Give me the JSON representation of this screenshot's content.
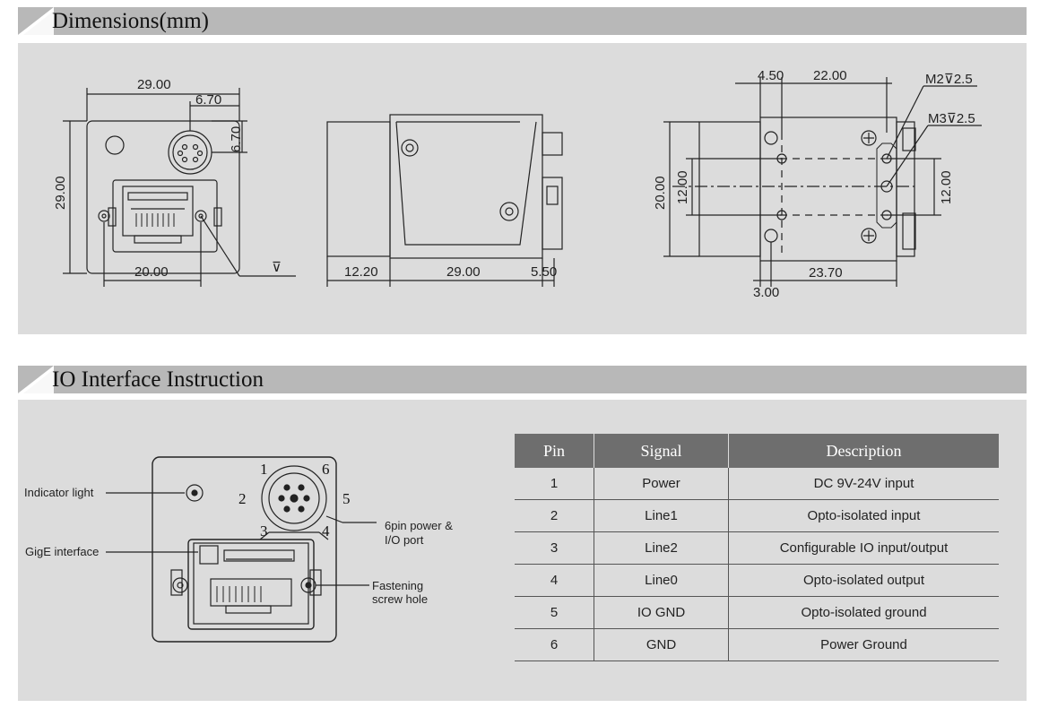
{
  "sections": {
    "dimensions_title": "Dimensions(mm)",
    "io_title": "IO Interface Instruction"
  },
  "front_view": {
    "width": "29.00",
    "height": "29.00",
    "conn_offset_x": "6.70",
    "conn_offset_y": "6.70",
    "rj45_width": "20.00",
    "depth_symbol": "⊽"
  },
  "side_view": {
    "lens_len": "12.20",
    "body_len": "29.00",
    "rear_len": "5.50"
  },
  "bottom_view": {
    "top_offset": "4.50",
    "hole_pitch": "22.00",
    "m2_label": "M2⊽2.5",
    "m3_label": "M3⊽2.5",
    "outer_height": "20.00",
    "inner_height": "12.00",
    "right_height": "12.00",
    "bottom_span": "23.70",
    "bottom_offset": "3.00"
  },
  "io_diagram": {
    "indicator_label": "Indicator light",
    "gige_label": "GigE interface",
    "port_label_line1": "6pin power &",
    "port_label_line2": "I/O port",
    "screw_label_line1": "Fastening",
    "screw_label_line2": "screw hole",
    "pins": [
      "1",
      "2",
      "3",
      "4",
      "5",
      "6"
    ]
  },
  "pin_table": {
    "headers": [
      "Pin",
      "Signal",
      "Description"
    ],
    "rows": [
      {
        "pin": "1",
        "signal": "Power",
        "description": "DC 9V-24V input"
      },
      {
        "pin": "2",
        "signal": "Line1",
        "description": "Opto-isolated input"
      },
      {
        "pin": "3",
        "signal": "Line2",
        "description": "Configurable IO input/output"
      },
      {
        "pin": "4",
        "signal": "Line0",
        "description": "Opto-isolated output"
      },
      {
        "pin": "5",
        "signal": "IO GND",
        "description": "Opto-isolated ground"
      },
      {
        "pin": "6",
        "signal": "GND",
        "description": "Power Ground"
      }
    ]
  },
  "colors": {
    "header_band": "#b8b8b8",
    "panel_bg": "#dcdcdc",
    "table_header": "#6e6e6e"
  }
}
